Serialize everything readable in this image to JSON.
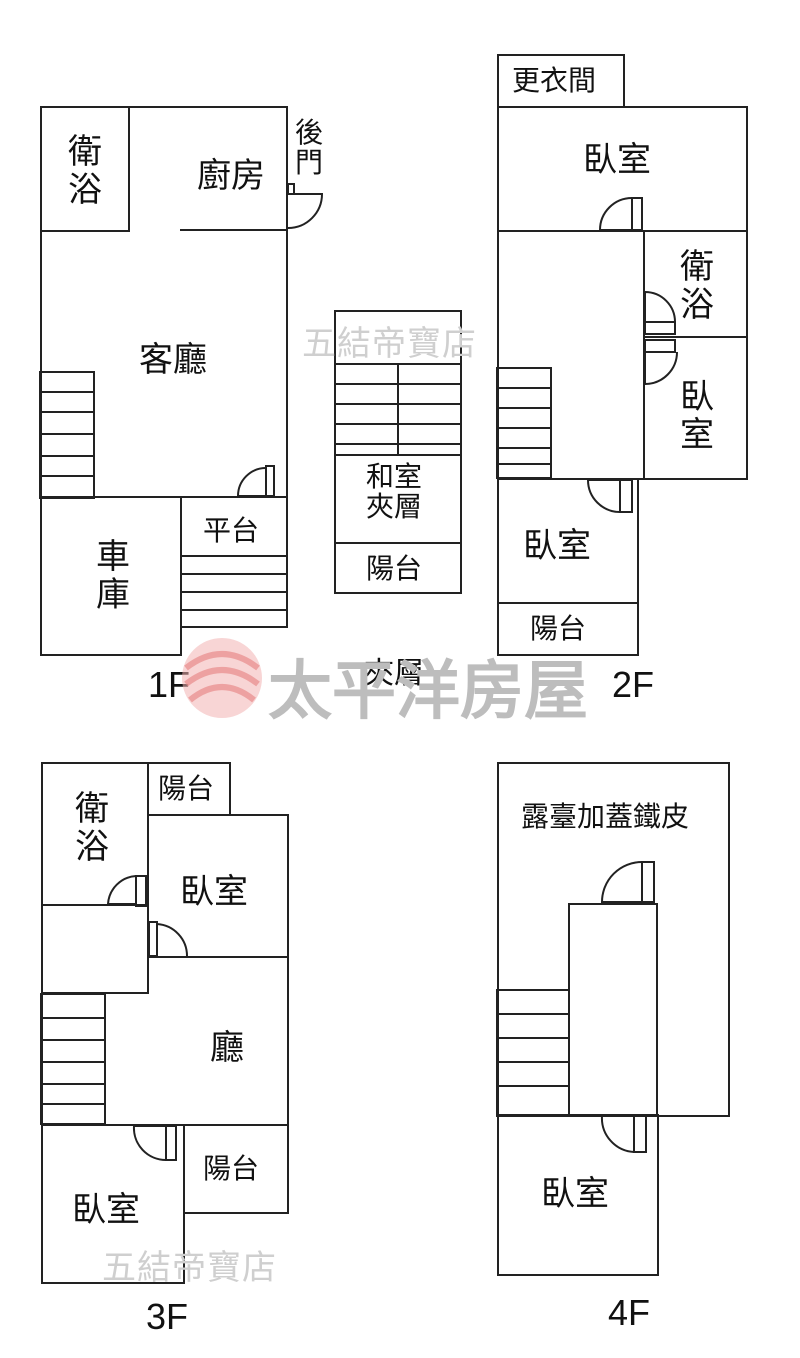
{
  "floor_1f": {
    "level": "1F",
    "rooms": {
      "bathroom": "衛\n浴",
      "kitchen": "廚房",
      "back_door": "後\n門",
      "living_room": "客廳",
      "platform": "平台",
      "garage": "車\n庫"
    }
  },
  "mezzanine": {
    "level": "夾層",
    "rooms": {
      "japanese_room": "和室\n夾層",
      "balcony": "陽台"
    }
  },
  "floor_2f": {
    "level": "2F",
    "rooms": {
      "closet": "更衣間",
      "bedroom_top": "臥室",
      "bathroom": "衛\n浴",
      "bedroom_right": "臥\n室",
      "bedroom_bottom": "臥室",
      "balcony": "陽台"
    }
  },
  "floor_3f": {
    "level": "3F",
    "rooms": {
      "bathroom": "衛\n浴",
      "balcony_top": "陽台",
      "bedroom_top": "臥室",
      "hall": "廳",
      "balcony_bottom": "陽台",
      "bedroom_bottom": "臥室"
    }
  },
  "floor_4f": {
    "level": "4F",
    "rooms": {
      "rooftop": "露臺加蓋鐵皮",
      "bedroom": "臥室"
    }
  },
  "watermarks": {
    "small": "五結帝寶店",
    "brand": "太平洋房屋"
  },
  "colors": {
    "line": "#222222",
    "watermark": "#cfcfcf",
    "logo": "#e88a8a"
  }
}
